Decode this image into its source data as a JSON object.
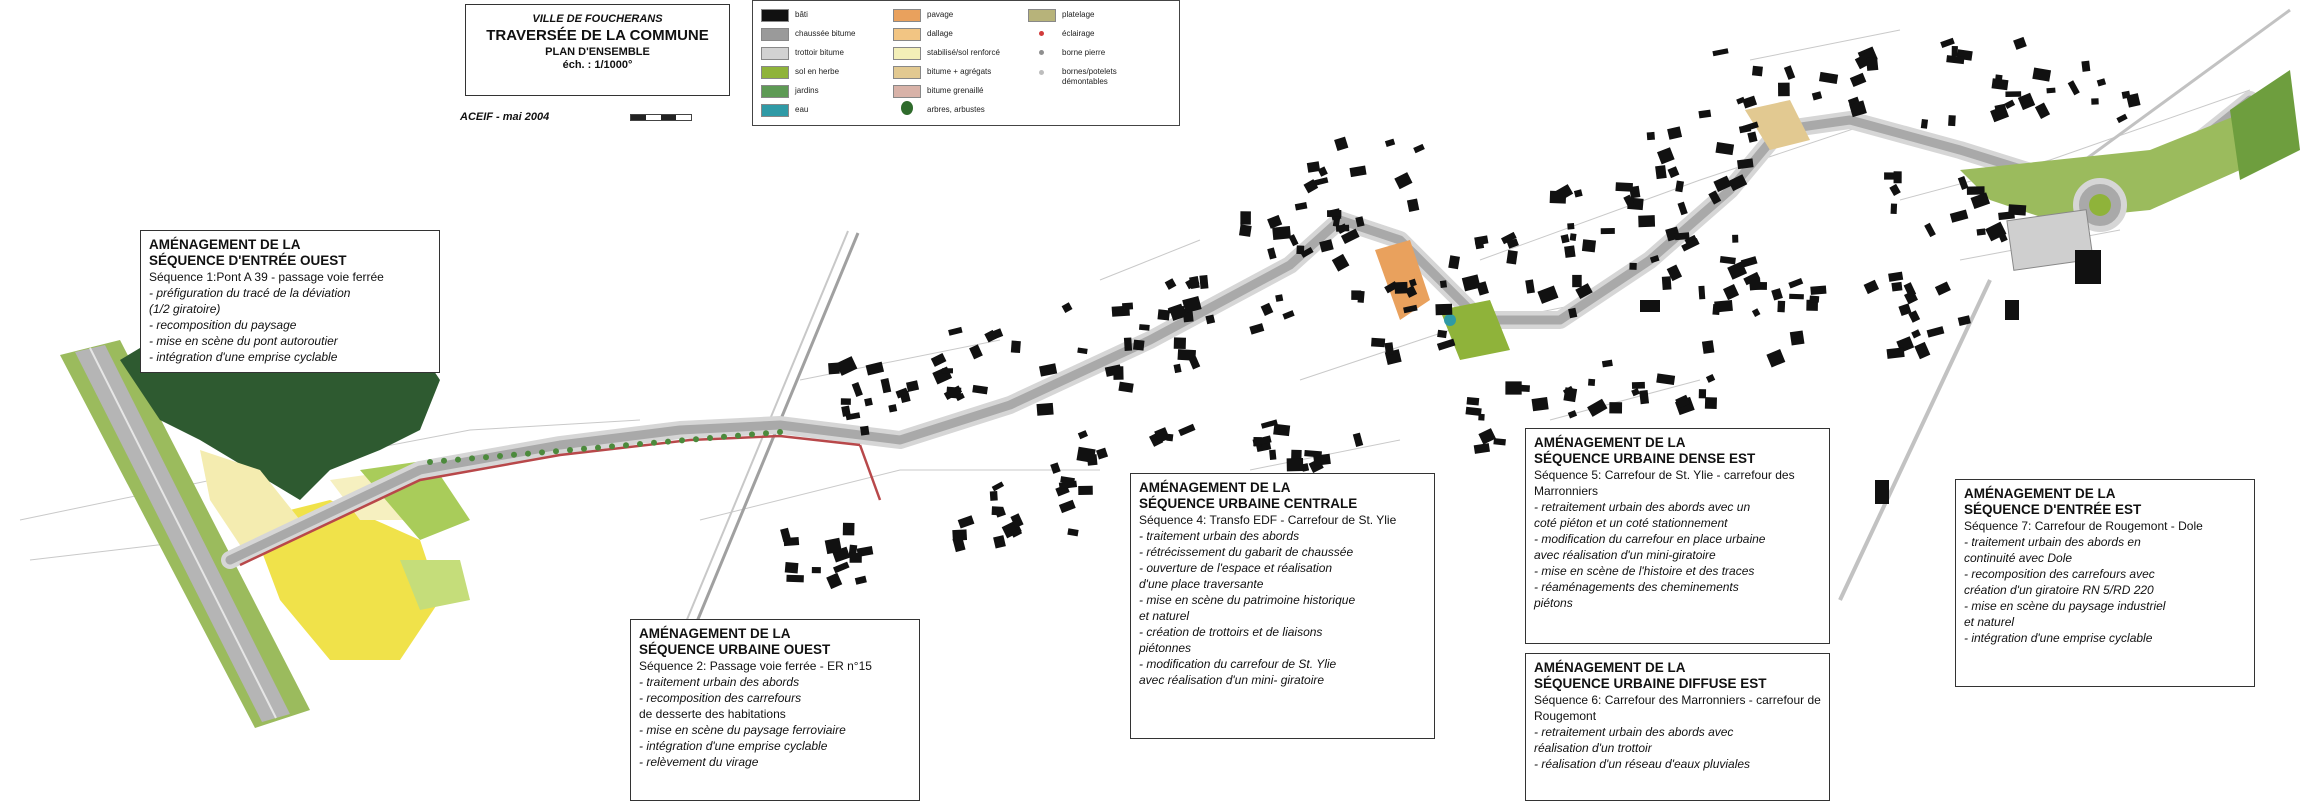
{
  "cartouche": {
    "line1": "VILLE DE FOUCHERANS",
    "line2": "TRAVERSÉE DE LA COMMUNE",
    "line3": "PLAN D'ENSEMBLE",
    "line4": "éch. : 1/1000°"
  },
  "credit": "ACEIF - mai 2004",
  "legend": {
    "items": [
      {
        "label": "bâti",
        "color": "#111111"
      },
      {
        "label": "chaussée bitume",
        "color": "#9a9a9a"
      },
      {
        "label": "trottoir bitume",
        "color": "#d2d2d2"
      },
      {
        "label": "sol en herbe",
        "color": "#8fb33a"
      },
      {
        "label": "jardins",
        "color": "#5e9a55"
      },
      {
        "label": "eau",
        "color": "#2f9aa6"
      },
      {
        "label": "pavage",
        "color": "#e9a15d"
      },
      {
        "label": "dallage",
        "color": "#f2c583"
      },
      {
        "label": "stabilisé/sol renforcé",
        "color": "#f3efb8"
      },
      {
        "label": "bitume + agrégats",
        "color": "#e2c991"
      },
      {
        "label": "bitume grenaillé",
        "color": "#d8b2a8"
      },
      {
        "label": "arbres, arbustes",
        "color": "#2f6b2c"
      },
      {
        "label": "platelage",
        "color": "#b7b37a"
      },
      {
        "label": "éclairage",
        "color": "#d13b3b"
      },
      {
        "label": "borne pierre",
        "color": "#8f8f8f"
      },
      {
        "label": "bornes/potelets démontables",
        "color": "#bdbdbd"
      }
    ]
  },
  "notes": [
    {
      "title1": "AMÉNAGEMENT DE LA",
      "title2": "SÉQUENCE D'ENTRÉE OUEST",
      "sequence": "Séquence 1:Pont A 39 - passage voie ferrée",
      "lines": [
        "- préfiguration du tracé de la déviation",
        "(1/2 giratoire)",
        "- recomposition du paysage",
        "- mise en scène du pont autoroutier",
        "- intégration d'une emprise cyclable"
      ]
    },
    {
      "title1": "AMÉNAGEMENT DE LA",
      "title2": "SÉQUENCE URBAINE OUEST",
      "sequence": "Séquence 2: Passage voie ferrée - ER n°15",
      "lines": [
        "- traitement urbain des abords",
        "- recomposition des carrefours",
        "de desserte des habitations",
        "- mise en scène du paysage ferroviaire",
        "- intégration d'une emprise cyclable",
        "- relèvement du virage"
      ]
    },
    {
      "title1": "AMÉNAGEMENT DE LA",
      "title2": "SÉQUENCE URBAINE CENTRALE",
      "sequence": "Séquence 4: Transfo EDF - Carrefour de St. Ylie",
      "lines": [
        "- traitement urbain des abords",
        "- rétrécissement du gabarit de chaussée",
        "- ouverture de l'espace et réalisation",
        "d'une place traversante",
        "- mise en scène du patrimoine historique",
        "et naturel",
        "- création de trottoirs et de liaisons",
        "piétonnes",
        "- modification du carrefour de St. Ylie",
        "avec réalisation d'un mini- giratoire"
      ]
    },
    {
      "title1": "AMÉNAGEMENT DE LA",
      "title2": "SÉQUENCE URBAINE DENSE EST",
      "sequence": "Séquence 5: Carrefour de St. Ylie - carrefour des Marronniers",
      "lines": [
        "- retraitement urbain des abords avec un",
        "coté piéton et un coté stationnement",
        "- modification du carrefour en place urbaine",
        "avec réalisation d'un mini-giratoire",
        "- mise en scène de l'histoire et des traces",
        "- réaménagements des cheminements",
        "piétons"
      ]
    },
    {
      "title1": "AMÉNAGEMENT DE LA",
      "title2": "SÉQUENCE URBAINE DIFFUSE EST",
      "sequence": "Séquence 6: Carrefour des Marronniers - carrefour de Rougemont",
      "lines": [
        "- retraitement urbain des abords avec",
        "réalisation d'un trottoir",
        "- réalisation d'un réseau d'eaux pluviales"
      ]
    },
    {
      "title1": "AMÉNAGEMENT DE LA",
      "title2": "SÉQUENCE D'ENTRÉE EST",
      "sequence": "Séquence 7: Carrefour de Rougemont - Dole",
      "lines": [
        "- traitement urbain des abords en",
        "continuité avec Dole",
        "- recomposition des carrefours avec",
        "création d'un giratoire RN 5/RD 220",
        "- mise en scène du paysage industriel",
        "et naturel",
        "- intégration d'une emprise cyclable"
      ]
    }
  ],
  "colors": {
    "road": "#a9a9a9",
    "sidewalk": "#d6d6d6",
    "building": "#111111",
    "forest": "#2e5a30",
    "grass": "#8fb33a",
    "yellow_field": "#f0e24a",
    "cycle_lane": "#b8484a"
  }
}
